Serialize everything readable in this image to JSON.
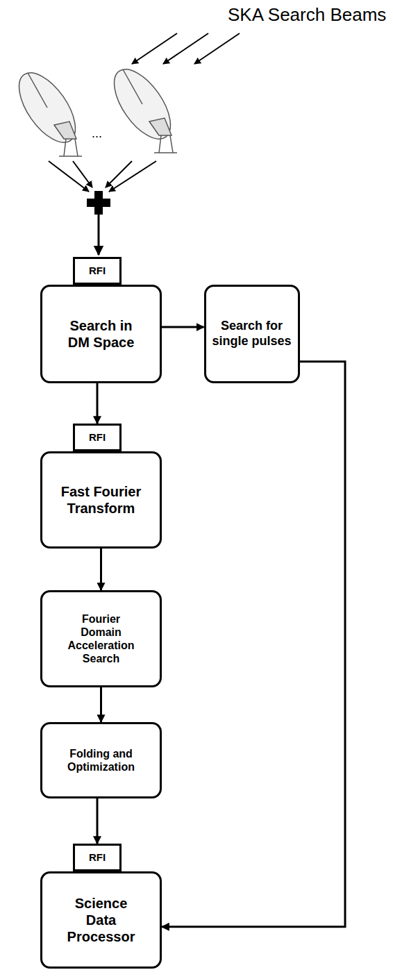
{
  "diagram": {
    "nodes": [
      {
        "text": [
          "RFI"
        ]
      },
      {
        "text": [
          "Search in DM Space"
        ]
      },
      {
        "text": [
          "Search for single pulses"
        ]
      },
      {
        "text": [
          "RFI"
        ]
      },
      {
        "text": [
          "Fast Fourier Transform"
        ]
      },
      {
        "text": [
          "Fourier Domain Acceleration Search"
        ]
      },
      {
        "text": [
          "Folding and Optimization"
        ]
      },
      {
        "text": [
          "RFI"
        ]
      },
      {
        "text": [
          "Science Data Processor"
        ]
      }
    ],
    "edges": [
      {
        "from": 1,
        "to": 2,
        "arrow": "to"
      },
      {
        "from": 1,
        "to": 3,
        "arrow": "to"
      },
      {
        "from": 4,
        "to": 5,
        "arrow": "to"
      },
      {
        "from": 5,
        "to": 6,
        "arrow": "to"
      },
      {
        "from": 6,
        "to": 7,
        "arrow": "to"
      },
      {
        "from": 2,
        "to": 8,
        "arrow": "to"
      }
    ],
    "labels": [
      "SKA Search Beams",
      "..."
    ]
  }
}
